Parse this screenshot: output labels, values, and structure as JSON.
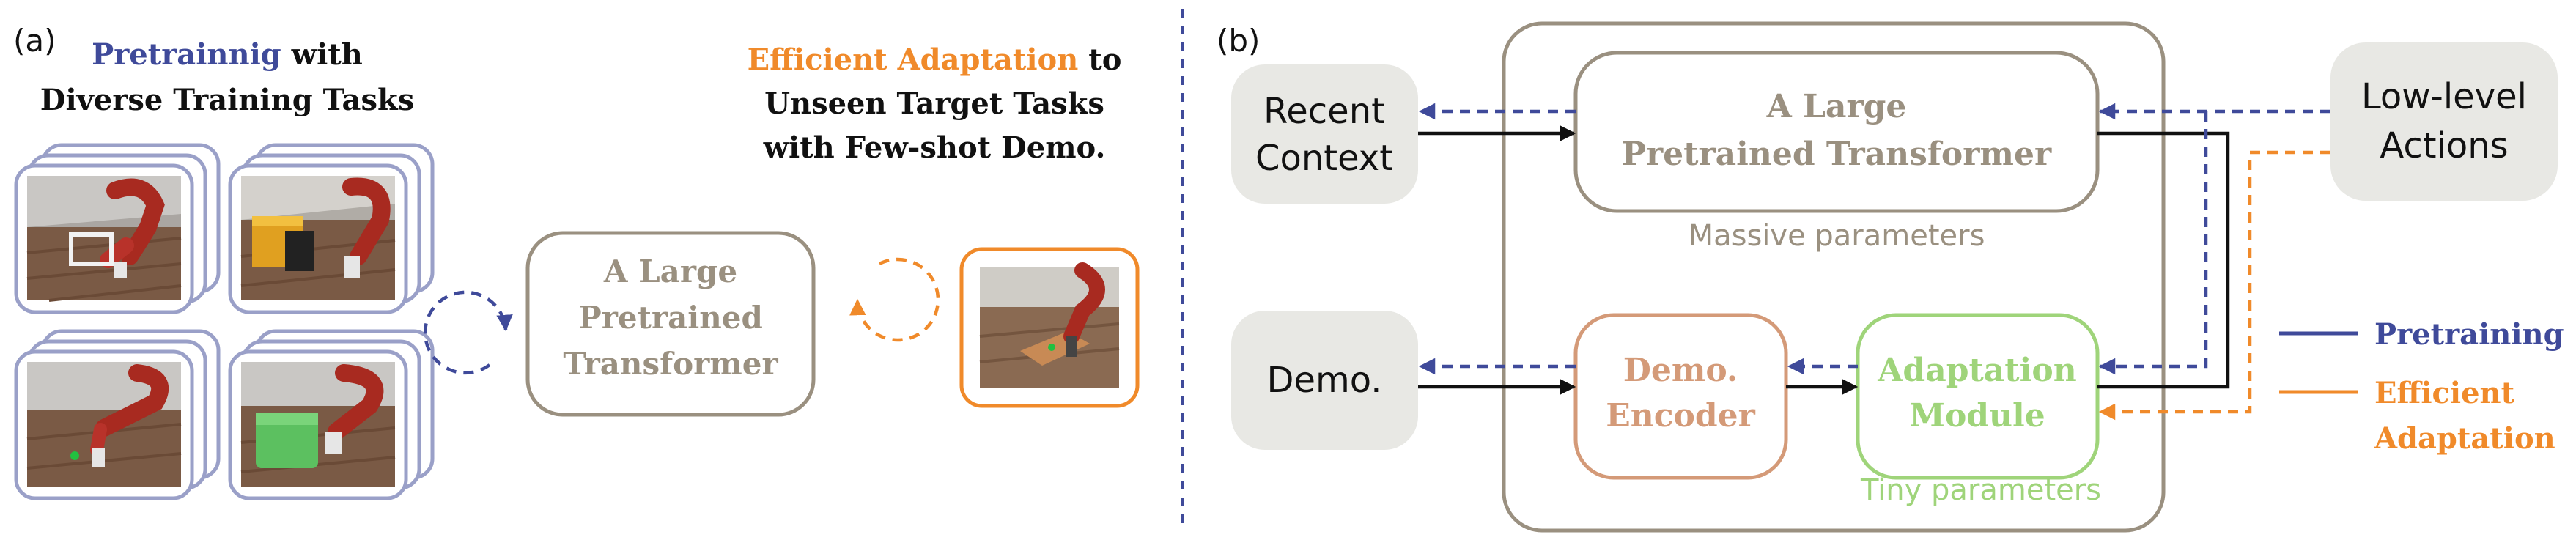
{
  "panel_a": {
    "label": "(a)",
    "pretrain_title_line1_emph": "Pretrainnig",
    "pretrain_title_line1_rest": " with",
    "pretrain_title_line2": "Diverse Training Tasks",
    "transformer_line1": "A Large",
    "transformer_line2": "Pretrained",
    "transformer_line3": "Transformer",
    "adapt_title_line1_emph": "Efficient Adaptation",
    "adapt_title_line1_rest": " to",
    "adapt_title_line2": "Unseen Target Tasks",
    "adapt_title_line3": "with Few-shot Demo."
  },
  "panel_b": {
    "label": "(b)",
    "recent_context_line1": "Recent",
    "recent_context_line2": "Context",
    "transformer_line1": "A Large",
    "transformer_line2": "Pretrained Transformer",
    "massive_params": "Massive parameters",
    "low_level_line1": "Low-level",
    "low_level_line2": "Actions",
    "demo": "Demo.",
    "encoder_line1": "Demo.",
    "encoder_line2": "Encoder",
    "adaptation_line1": "Adaptation",
    "adaptation_line2": "Module",
    "tiny_params": "Tiny parameters",
    "legend_pretraining": "Pretraining",
    "legend_efficient_line1": "Efficient",
    "legend_efficient_line2": "Adaptation"
  },
  "colors": {
    "pretrain_blue": "#3f4a9a",
    "adapt_orange": "#f08a2a",
    "transformer_gray": "#9a9080",
    "encoder_brown": "#d49a78",
    "adapter_green": "#9fd47a",
    "context_bg": "#e8e8e4",
    "frame_blue": "#9aa0c8"
  },
  "icons": {
    "pretrain_loop": "dashed-cycle-arrow-icon",
    "adapt_loop": "dashed-cycle-arrow-icon",
    "robot_scene": "robot-arm-scene-image"
  }
}
